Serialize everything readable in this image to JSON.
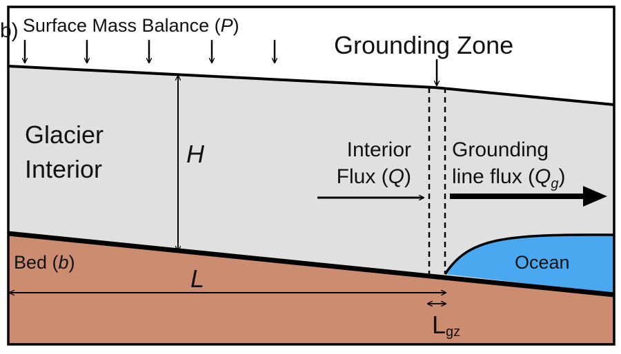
{
  "labels": {
    "panel": "b)",
    "smb_prefix": "Surface Mass Balance (",
    "smb_symbol": "P",
    "smb_suffix": ")",
    "grounding_zone": "Grounding Zone",
    "glacier_line1": "Glacier",
    "glacier_line2": "Interior",
    "thickness": "H",
    "interior_flux_line1": "Interior",
    "interior_flux_prefix": "Flux (",
    "interior_flux_symbol": "Q",
    "interior_flux_suffix": ")",
    "gl_flux_line1": "Grounding",
    "gl_flux_prefix": "line flux (",
    "gl_flux_symbol": "Q",
    "gl_flux_subscript": "g",
    "gl_flux_suffix": ")",
    "bed_prefix": "Bed (",
    "bed_symbol": "b",
    "bed_suffix": ")",
    "ocean": "Ocean",
    "length": "L",
    "gz_length_symbol": "L",
    "gz_length_subscript": "gz"
  },
  "colors": {
    "ice": "#e0e0e0",
    "bed": "#cc8c70",
    "ocean": "#4aa8f0",
    "line": "#000000",
    "background": "#ffffff"
  }
}
